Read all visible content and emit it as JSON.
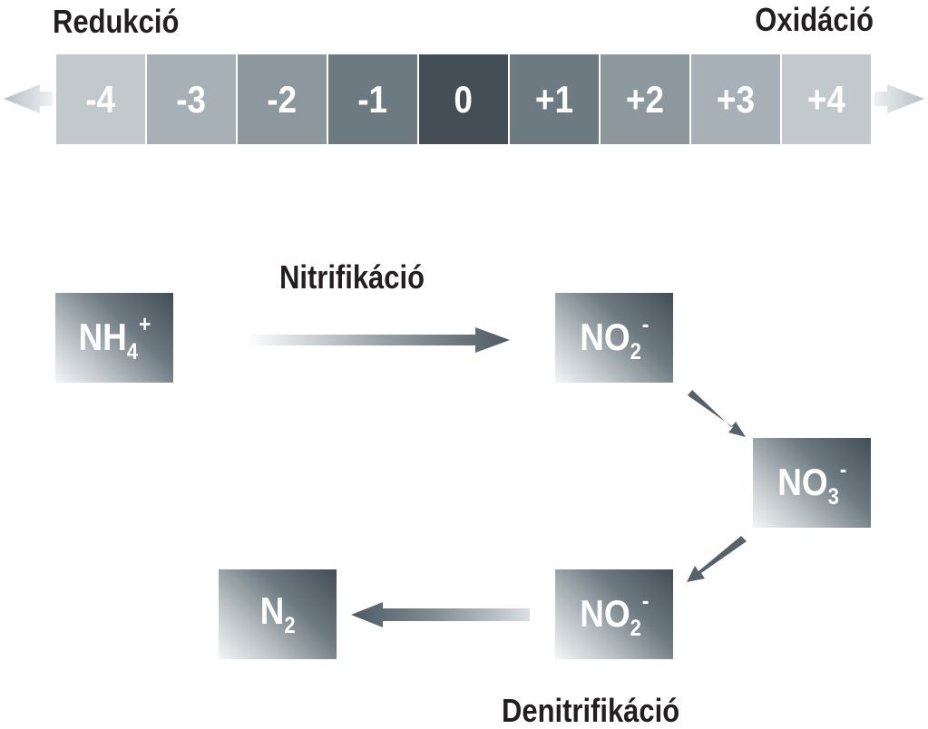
{
  "labels": {
    "reduction": "Redukció",
    "oxidation": "Oxidáció",
    "nitrification": "Nitrifikáció",
    "denitrification": "Denitrifikáció"
  },
  "scale": {
    "values": [
      "-4",
      "-3",
      "-2",
      "-1",
      "0",
      "+1",
      "+2",
      "+3",
      "+4"
    ],
    "colors": [
      "#c2c9cd",
      "#a7b0b6",
      "#8c979e",
      "#6e7a82",
      "#434e57",
      "#6e7a82",
      "#8c979e",
      "#a7b0b6",
      "#c2c9cd"
    ]
  },
  "species": {
    "nh4": {
      "base": "NH",
      "sub": "4",
      "sup": "+"
    },
    "no2a": {
      "base": "NO",
      "sub": "2",
      "sup": "-"
    },
    "no3": {
      "base": "NO",
      "sub": "3",
      "sup": "-"
    },
    "no2b": {
      "base": "NO",
      "sub": "2",
      "sup": "-"
    },
    "n2": {
      "base": "N",
      "sub": "2"
    }
  },
  "colors": {
    "text": "#231f20",
    "arrow_dark": "#4e5a63",
    "arrow_light": "#d9dee1"
  }
}
